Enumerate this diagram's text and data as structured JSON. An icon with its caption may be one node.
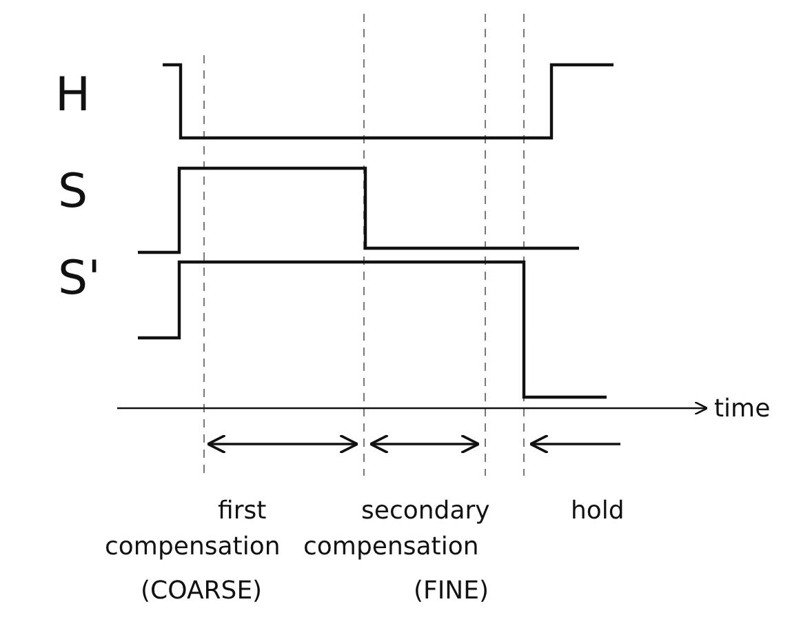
{
  "diagram": {
    "labels": [
      "H",
      "S",
      "S'",
      "time",
      "first",
      "secondary",
      "hold",
      "compensation",
      "compensation",
      "(COARSE)",
      "(FINE)"
    ]
  }
}
